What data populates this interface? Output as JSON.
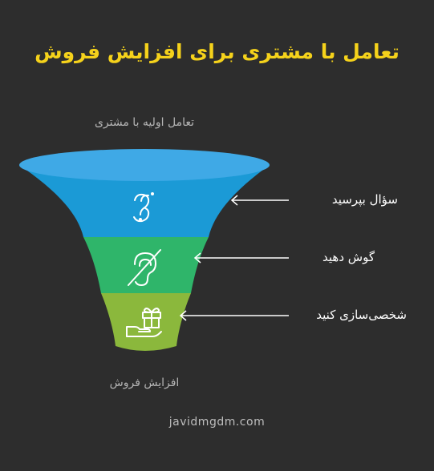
{
  "title": "تعامل با مشتری برای افزایش فروش",
  "top_label": "تعامل اولیه با مشتری",
  "bottom_label": "افزایش فروش",
  "footer": "javidmgdm.com",
  "stages": [
    {
      "label": "سؤال بپرسید",
      "color": "#1b9ad6",
      "icon": "question-marks-icon"
    },
    {
      "label": "گوش دهید",
      "color": "#2fb56a",
      "icon": "hearing-icon"
    },
    {
      "label": "شخصی‌سازی کنید",
      "color": "#8bb83c",
      "icon": "gift-hand-icon"
    }
  ],
  "colors": {
    "background": "#2d2d2d",
    "title": "#f5d21b",
    "rim": "#3fa9e6"
  }
}
